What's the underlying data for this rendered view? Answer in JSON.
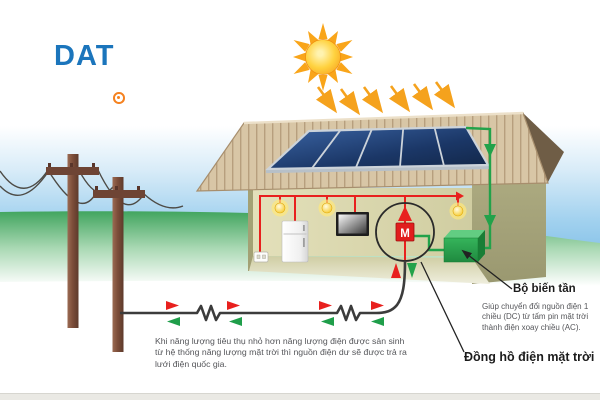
{
  "logo": {
    "text": "DAT",
    "brand_blue": "#1b75bc",
    "brand_orange": "#f58220"
  },
  "diagram": {
    "meter": {
      "symbol": "M",
      "label": "Đồng hồ điện mặt trời"
    },
    "inverter": {
      "label": "Bộ biến tần",
      "description": "Giúp chuyển đổi nguồn điện 1 chiều (DC) từ tấm pin mặt trời thành điện xoay chiều (AC)."
    },
    "grid_note": "Khi năng lượng tiêu thụ nhỏ hơn năng lượng điện được sản sinh từ hệ thống năng lượng mặt trời thì nguồn điện dư sẽ được trả ra lưới điện quốc gia.",
    "icons": [
      "sun-icon",
      "sunlight-arrow-icon",
      "solar-panel-array",
      "roof",
      "chimney",
      "gable-wall",
      "light-bulb-icon",
      "refrigerator-icon",
      "tv-icon",
      "power-outlet-icon",
      "inverter-box-icon",
      "meter-circle-icon",
      "power-pole-icon",
      "power-lines",
      "resistor-zigzag-icon",
      "flow-arrow-red-icon",
      "flow-arrow-green-icon",
      "grid-cable"
    ],
    "colors": {
      "sky": "#9ccdec",
      "grass": "#44a961",
      "roof": "#d8c6a6",
      "wall": "#b4b286",
      "panel": "#1f3c6d",
      "wire_household": "#e8201e",
      "wire_solar": "#27a348",
      "grid_cable": "#3c3c3c",
      "sun": "#f7a01d"
    }
  }
}
